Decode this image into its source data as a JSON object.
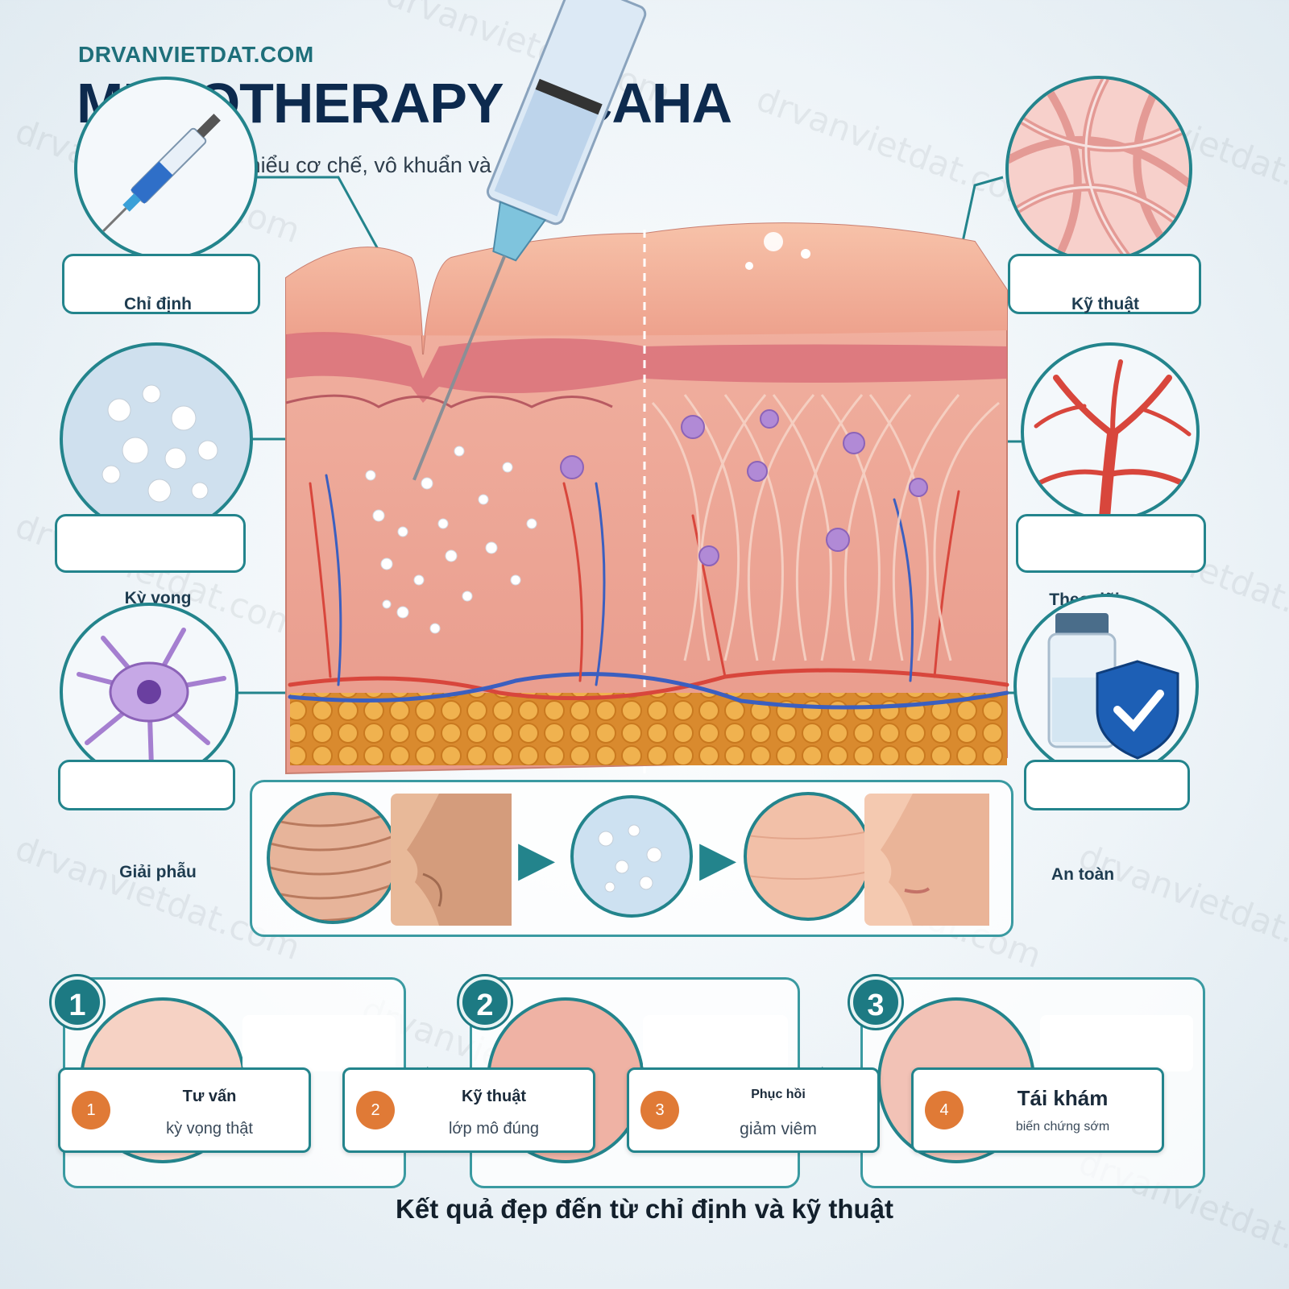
{
  "brand": "DRVANVIETDAT.COM",
  "title": "MESOTHERAPY & CAHA",
  "subtitle": "Tiêm vi điểm cần hiểu cơ chế, vô khuẩn và chỉ định.",
  "watermark": "drvanvietdat.com",
  "left_labels": [
    "Chỉ định",
    "Kỳ vọng",
    "Giải phẫu"
  ],
  "right_labels": [
    "Kỹ thuật",
    "Theo dõi",
    "An toàn"
  ],
  "steps": [
    "1",
    "2",
    "3"
  ],
  "cards": [
    {
      "num": "1",
      "title": "Tư vấn",
      "sub": "kỳ vọng thật"
    },
    {
      "num": "2",
      "title": "Kỹ thuật",
      "sub": "lớp mô đúng"
    },
    {
      "num": "3",
      "title": "Phục hồi",
      "sub": "giảm viêm"
    },
    {
      "num": "4",
      "title": "Tái khám",
      "sub": "biến chứng sớm"
    }
  ],
  "footer": "Kết quả đẹp đến từ chỉ định và kỹ thuật",
  "colors": {
    "teal": "#23848c",
    "navy": "#0d2a4e",
    "orange": "#e07a36",
    "skin": "#f0a898",
    "fat": "#e9a640"
  }
}
